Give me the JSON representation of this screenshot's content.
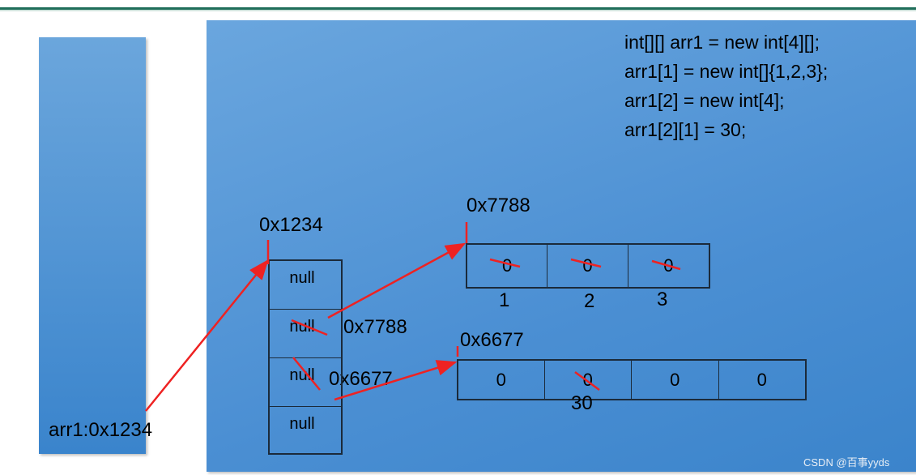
{
  "code_lines": [
    "int[][] arr1 = new int[4][];",
    "arr1[1] = new int[]{1,2,3};",
    "arr1[2] = new int[4];",
    "arr1[2][1] = 30;"
  ],
  "stack": {
    "variable": "arr1:0x1234"
  },
  "outer_array": {
    "address": "0x1234",
    "cells": [
      "null",
      "null",
      "null",
      "null"
    ],
    "cell_annotations": [
      "",
      "0x7788",
      "0x6677",
      ""
    ]
  },
  "array_a": {
    "address": "0x7788",
    "cells": [
      "0",
      "0",
      "0"
    ],
    "new_values": [
      "1",
      "2",
      "3"
    ]
  },
  "array_b": {
    "address": "0x6677",
    "cells": [
      "0",
      "0",
      "0",
      "0"
    ],
    "new_values": [
      "",
      "30",
      "",
      ""
    ]
  },
  "colors": {
    "stack": "#4f92d4",
    "heap": "#5598d8",
    "arrow": "#ee2222",
    "rule": "#1f6e5a"
  },
  "watermark": "CSDN @百事yyds"
}
